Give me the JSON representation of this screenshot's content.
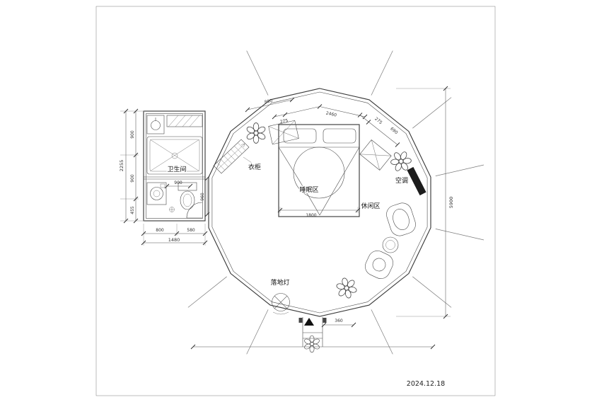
{
  "titleblock": {
    "date": "2024.12.18"
  },
  "style": {
    "ink": "#3c3c3c",
    "paper": "#ffffff",
    "ac_fill": "#1c1c1c"
  },
  "rooms": {
    "bathroom": "卫生间",
    "wardrobe": "衣柜",
    "sleeping_area": "睡眠区",
    "leisure_area": "休闲区",
    "air_conditioner": "空调",
    "floor_lamp": "落地灯"
  },
  "dims": {
    "left_total": "2255",
    "left_seg_a": "900",
    "left_seg_b": "900",
    "left_seg_c": "455",
    "annex_width_total": "1480",
    "annex_width_a": "800",
    "annex_width_b": "580",
    "annex_height_right": "960",
    "bathroom_width": "900",
    "overall_diameter": "5900",
    "bed_width": "1800",
    "entrance_width": "360",
    "top_edge": "800",
    "top_seg_a": "275",
    "top_seg_b": "2460",
    "top_seg_c": "275",
    "top_seg_d": "690"
  }
}
